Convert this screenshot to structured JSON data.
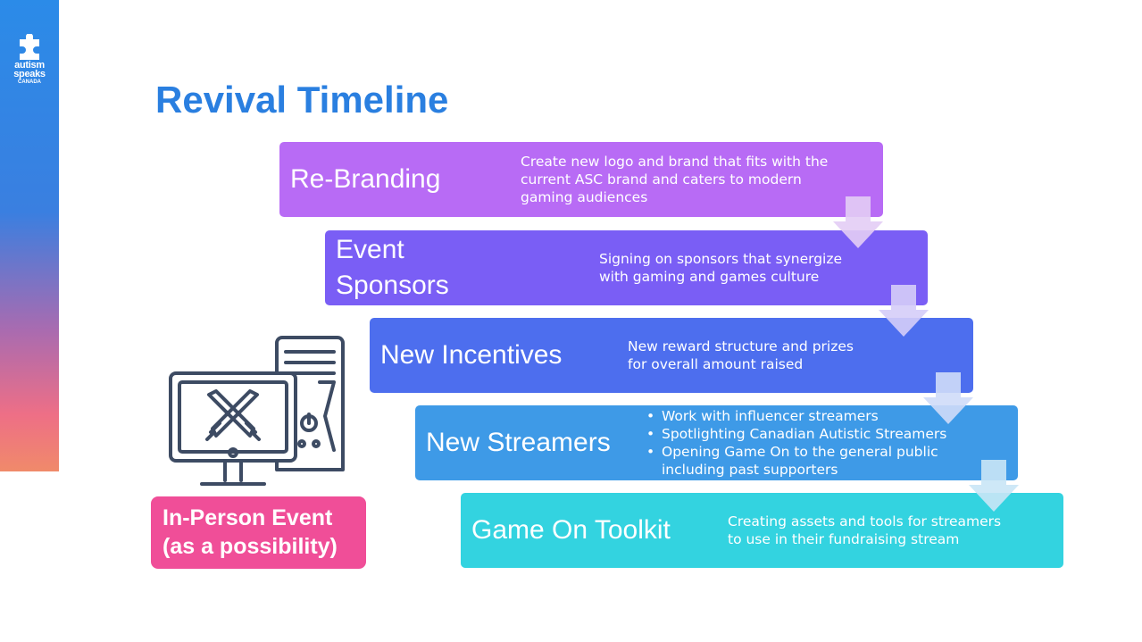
{
  "logo": {
    "line1": "autism",
    "line2": "speaks",
    "line3": "CANADA"
  },
  "title": "Revival Timeline",
  "steps": [
    {
      "heading": "Re-Branding",
      "description": [
        "Create new logo and brand that fits with the",
        "current ASC brand and caters to modern",
        "gaming audiences"
      ]
    },
    {
      "heading": [
        "Event",
        "Sponsors"
      ],
      "description": [
        "Signing on sponsors that synergize",
        "with gaming and games culture"
      ]
    },
    {
      "heading": "New Incentives",
      "description": [
        "New reward structure and prizes",
        "for overall amount raised"
      ]
    },
    {
      "heading": "New Streamers",
      "bullets": [
        "Work with influencer streamers",
        "Spotlighting Canadian Autistic Streamers",
        "Opening Game On to the general public including past supporters"
      ]
    },
    {
      "heading": "Game On Toolkit",
      "description": [
        "Creating assets and tools for streamers",
        "to use in their fundraising stream"
      ]
    }
  ],
  "event": {
    "line1": "In-Person Event",
    "line2": "(as a possibility)"
  },
  "icons": {
    "logo": "puzzle-piece-icon",
    "computer": "gaming-computer-icon",
    "arrow": "arrow-down-icon"
  },
  "colors": {
    "title": "#2a7fe0",
    "step1": "#b86bf5",
    "step2": "#7a5ef5",
    "step3": "#4d6eee",
    "step4": "#3e9ae7",
    "step5": "#33d3e0",
    "event": "#f04e98",
    "icon": "#3d4b63"
  }
}
